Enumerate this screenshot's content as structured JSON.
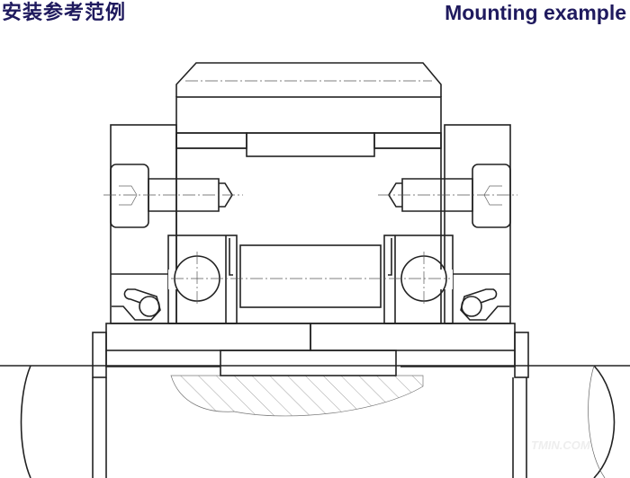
{
  "header": {
    "title_cn": "安装参考范例",
    "title_en": "Mounting example"
  },
  "watermark": "TMIN.COM",
  "colors": {
    "title": "#1f1a5e",
    "line": "#222222"
  }
}
